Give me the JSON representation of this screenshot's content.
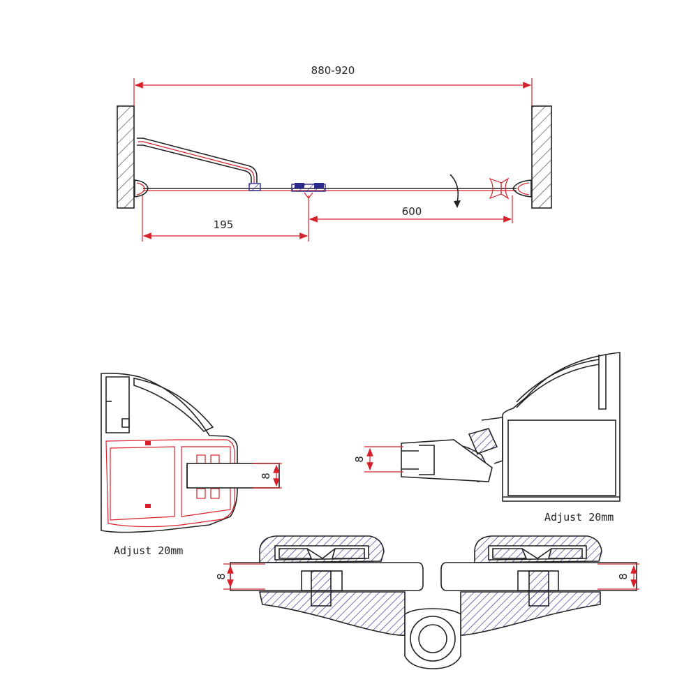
{
  "plan": {
    "total_width": "880-920",
    "left_offset": "195",
    "door_width": "600"
  },
  "details": {
    "glass_thickness": "8",
    "adjust_left": "Adjust 20mm",
    "adjust_right": "Adjust 20mm"
  },
  "colors": {
    "dimension": "#d8202a",
    "outline": "#222222",
    "gasket": "#2a2a8a"
  }
}
